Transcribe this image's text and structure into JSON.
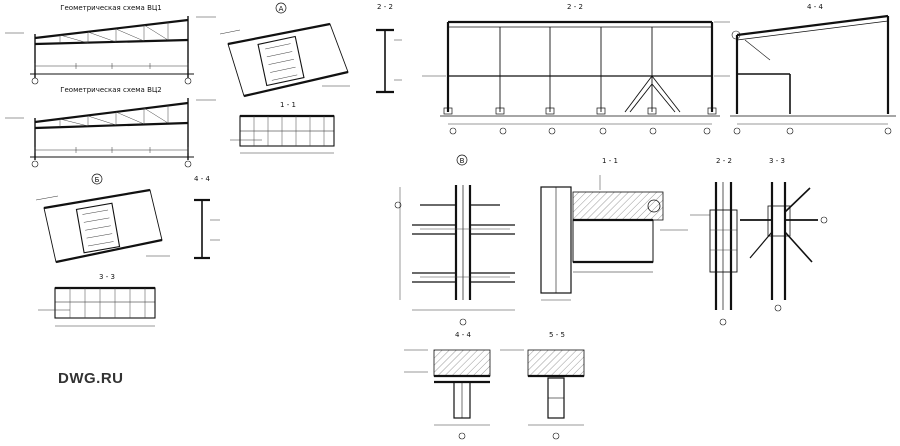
{
  "drawing": {
    "scheme_title_1": "Геометрическая схема ВЦ1",
    "scheme_title_2": "Геометрическая схема ВЦ2",
    "node_a": "А",
    "node_b": "Б",
    "node_v": "В",
    "sections": {
      "s11_left": "1 - 1",
      "s33_left": "3 - 3",
      "s44_left": "4 - 4",
      "s22_top_left": "2 - 2",
      "s22_frame": "2 - 2",
      "s44_frame": "4 - 4",
      "s11_node": "1 - 1",
      "s22_node": "2 - 2",
      "s33_node": "3 - 3",
      "s44_bottom": "4 - 4",
      "s55_bottom": "5 - 5"
    }
  },
  "watermark": "DWG.RU",
  "colors": {
    "ink": "#111111",
    "paper": "#ffffff",
    "watermark": "#333333"
  }
}
